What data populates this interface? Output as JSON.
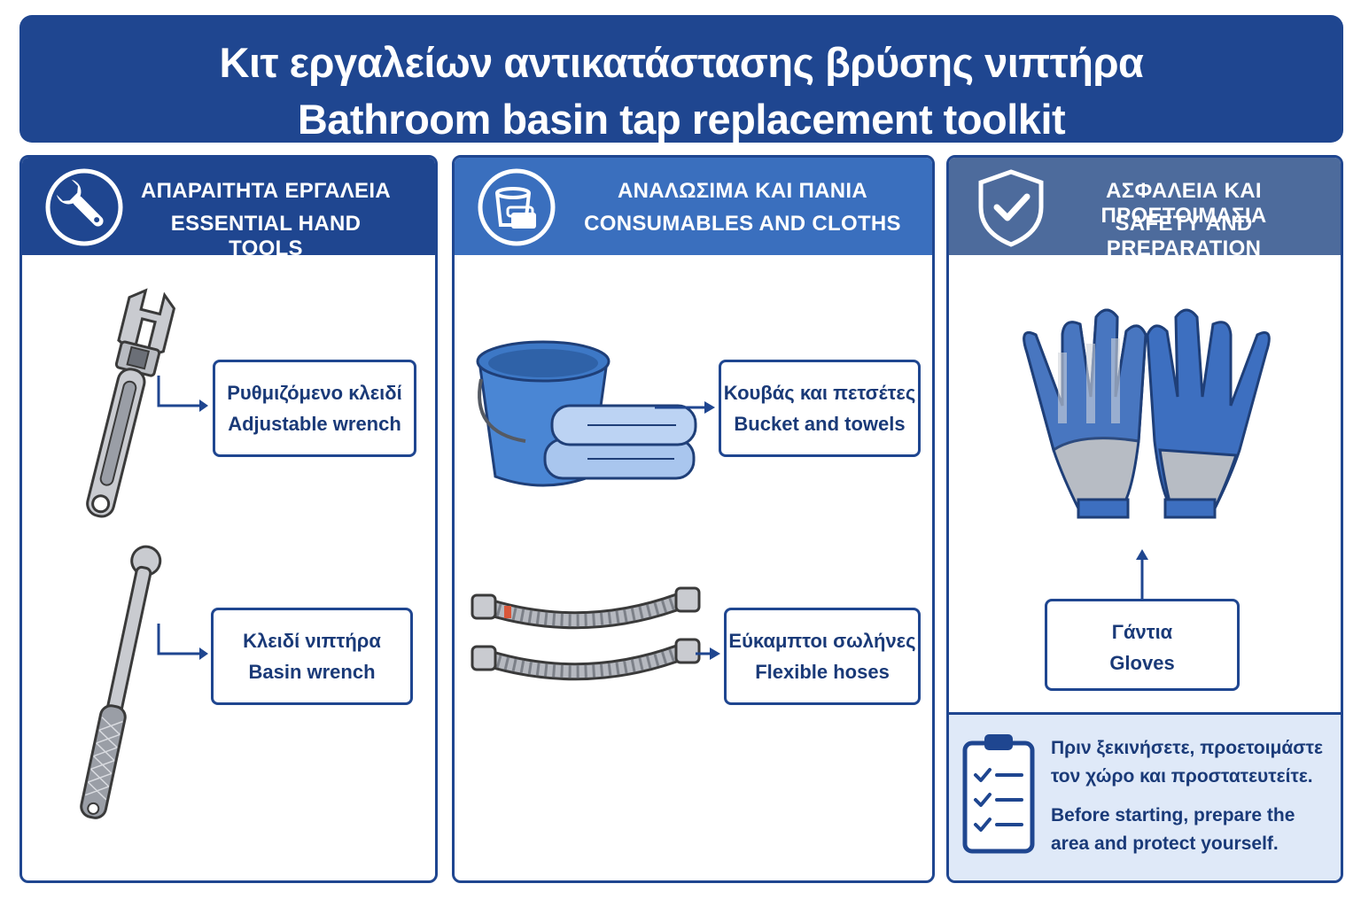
{
  "title": {
    "greek": "Κιτ εργαλείων αντικατάστασης βρύσης νιπτήρα",
    "english": "Bathroom basin tap replacement toolkit"
  },
  "panels": [
    {
      "icon": "wrench-icon",
      "heading_greek": "ΑΠΑΡΑΙΤΗΤΑ ΕΡΓΑΛΕΙΑ",
      "heading_english": "ESSENTIAL HAND TOOLS",
      "items": [
        {
          "icon": "adjustable-wrench-icon",
          "greek": "Ρυθμιζόμενο κλειδί",
          "english": "Adjustable wrench"
        },
        {
          "icon": "basin-wrench-icon",
          "greek": "Κλειδί νιπτήρα",
          "english": "Basin wrench"
        }
      ]
    },
    {
      "icon": "bucket-icon",
      "heading_greek": "ΑΝΑΛΩΣΙΜΑ ΚΑΙ ΠΑΝΙΑ",
      "heading_english": "CONSUMABLES AND CLOTHS",
      "items": [
        {
          "icon": "bucket-towels-icon",
          "greek": "Κουβάς και πετσέτες",
          "english": "Bucket and towels"
        },
        {
          "icon": "flexible-hoses-icon",
          "greek": "Εύκαμπτοι σωλήνες",
          "english": "Flexible hoses"
        }
      ]
    },
    {
      "icon": "shield-check-icon",
      "heading_greek": "ΑΣΦΑΛΕΙΑ ΚΑΙ ΠΡΟΕΤΟΙΜΑΣΙΑ",
      "heading_english": "SAFETY AND PREPARATION",
      "items": [
        {
          "icon": "gloves-icon",
          "greek": "Γάντια",
          "english": "Gloves"
        }
      ],
      "tip": {
        "icon": "clipboard-checklist-icon",
        "greek": "Πριν ξεκινήσετε, προετοιμάστε τον χώρο και προστατευτείτε.",
        "english": "Before starting, prepare the area and protect yourself."
      }
    }
  ],
  "colors": {
    "navy": "#1f4690",
    "mid_blue": "#3a6fbe",
    "slate_blue": "#4d6b9c",
    "tip_bg": "#dfe9f8",
    "text_blue": "#1a3a78"
  }
}
